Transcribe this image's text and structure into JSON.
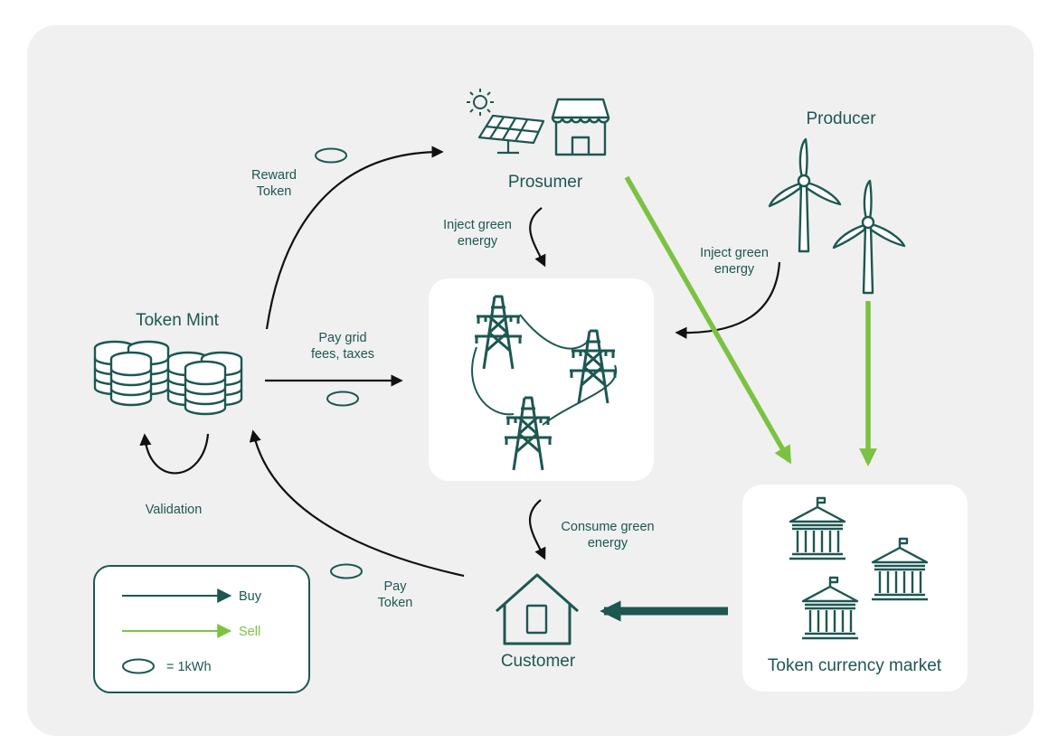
{
  "colors": {
    "background_panel": "#f0f0f0",
    "card": "#ffffff",
    "teal": "#1d5752",
    "sell_green": "#7cc242",
    "arrow_black": "#111111"
  },
  "nodes": {
    "prosumer": "Prosumer",
    "producer": "Producer",
    "token_mint": "Token Mint",
    "customer": "Customer",
    "token_market": "Token currency market"
  },
  "edges": {
    "reward_token": [
      "Reward",
      "Token"
    ],
    "inject_prosumer": [
      "Inject green",
      "energy"
    ],
    "inject_producer": [
      "Inject green",
      "energy"
    ],
    "pay_grid": [
      "Pay grid",
      "fees, taxes"
    ],
    "validation": "Validation",
    "consume": [
      "Consume green",
      "energy"
    ],
    "pay_token": [
      "Pay",
      "Token"
    ]
  },
  "legend": {
    "buy": "Buy",
    "sell": "Sell",
    "unit": "= 1kWh"
  },
  "icons": {
    "sun": "sun-icon",
    "solar_panel": "solar-panel-icon",
    "shop": "shop-icon",
    "wind_turbine": "wind-turbine-icon",
    "database": "database-stack-icon",
    "pylon": "transmission-tower-icon",
    "house": "house-icon",
    "bank": "bank-building-icon",
    "token": "token-ellipse-icon"
  }
}
